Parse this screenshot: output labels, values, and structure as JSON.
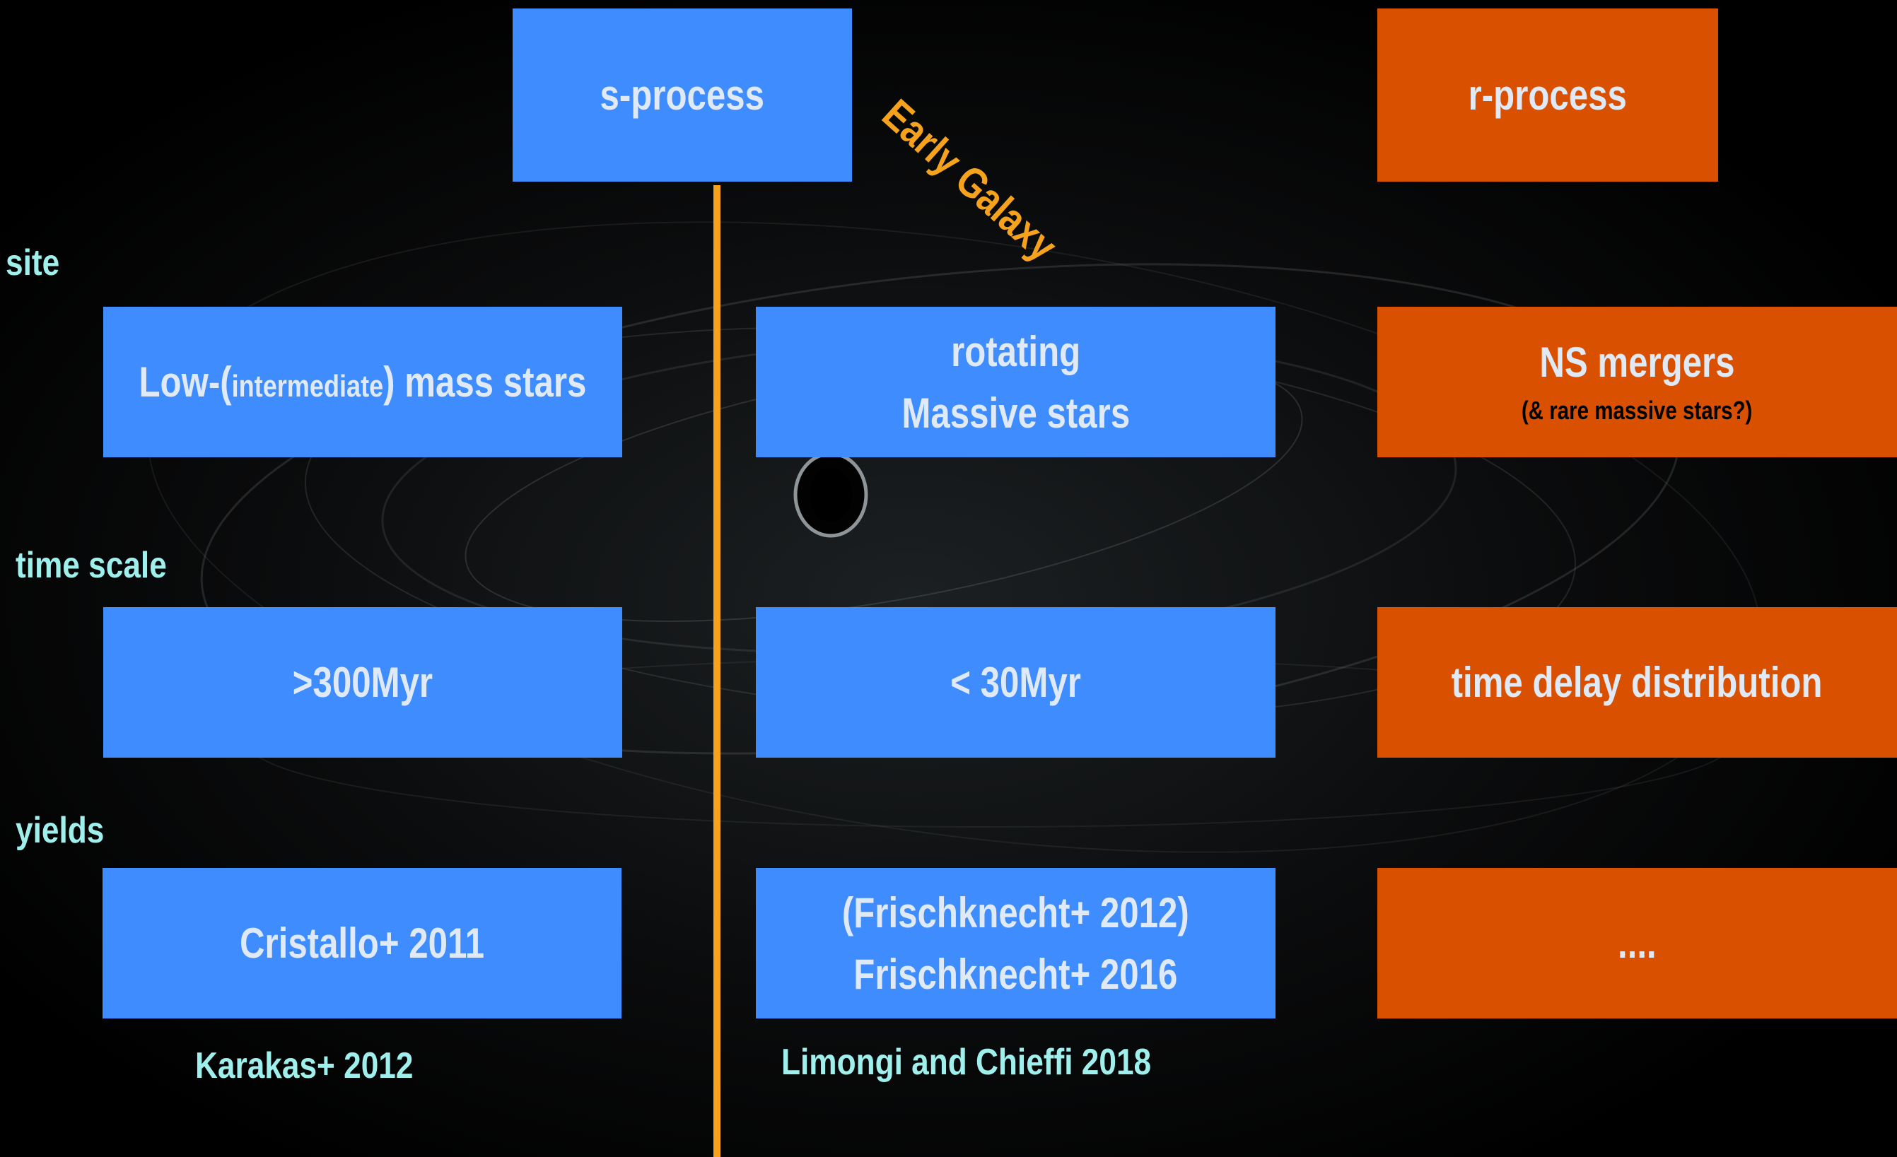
{
  "headers": {
    "s_process": "s-process",
    "r_process": "r-process",
    "early_galaxy": "Early Galaxy"
  },
  "row_labels": {
    "site": "site",
    "time_scale": "time scale",
    "yields": "yields"
  },
  "site": {
    "s_low_prefix": "Low-(",
    "s_low_small": "intermediate",
    "s_low_suffix": ") mass stars",
    "massive_line1": "rotating",
    "massive_line2": "Massive stars",
    "r_main": "NS mergers",
    "r_sub": "(& rare massive stars?)"
  },
  "time_scale": {
    "s_low": ">300Myr",
    "massive": "< 30Myr",
    "r": "time delay distribution"
  },
  "yields": {
    "s_low": "Cristallo+ 2011",
    "massive_line1": "(Frischknecht+ 2012)",
    "massive_line2": "Frischknecht+ 2016",
    "r": "...."
  },
  "notes": {
    "karakas": "Karakas+ 2012",
    "limongi": "Limongi and Chieffi 2018"
  },
  "colors": {
    "s_process_box": "#3f8cff",
    "r_process_box": "#d95000",
    "divider": "#f6a21c",
    "row_label_text": "#9ff0ec"
  }
}
